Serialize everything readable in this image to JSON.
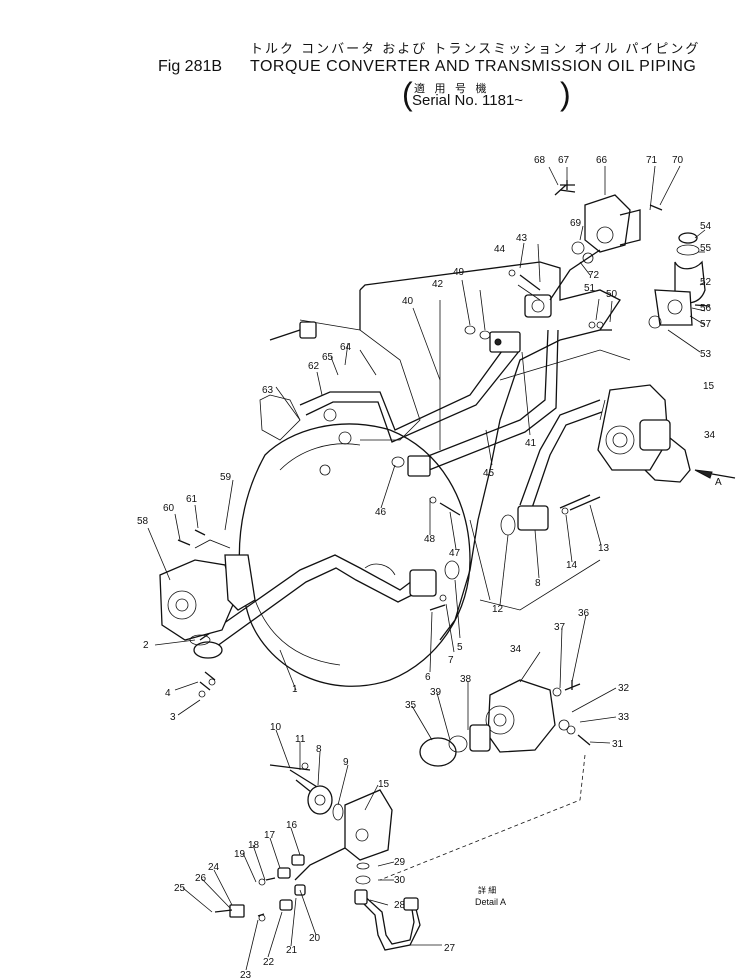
{
  "header": {
    "title_jp": "トルク コンバータ および トランスミッション オイル パイピング",
    "fig_no": "Fig 281B",
    "title_en": "TORQUE CONVERTER AND TRANSMISSION OIL PIPING",
    "serial_jp": "適 用 号 機",
    "serial_en": "Serial No. 1181~"
  },
  "detail": {
    "label_jp": "詳 細",
    "label_en": "Detail  A"
  },
  "view_arrow_label": "A",
  "callouts": [
    "1",
    "2",
    "3",
    "4",
    "5",
    "6",
    "7",
    "8",
    "8",
    "9",
    "10",
    "11",
    "12",
    "13",
    "14",
    "15",
    "15",
    "16",
    "17",
    "18",
    "19",
    "20",
    "21",
    "22",
    "23",
    "24",
    "25",
    "26",
    "27",
    "28",
    "29",
    "30",
    "31",
    "32",
    "33",
    "34",
    "34",
    "35",
    "36",
    "37",
    "38",
    "39",
    "40",
    "41",
    "42",
    "43",
    "44",
    "45",
    "46",
    "47",
    "48",
    "49",
    "50",
    "51",
    "52",
    "53",
    "54",
    "55",
    "56",
    "57",
    "58",
    "59",
    "60",
    "61",
    "62",
    "63",
    "64",
    "65",
    "66",
    "67",
    "68",
    "69",
    "70",
    "71",
    "72"
  ]
}
